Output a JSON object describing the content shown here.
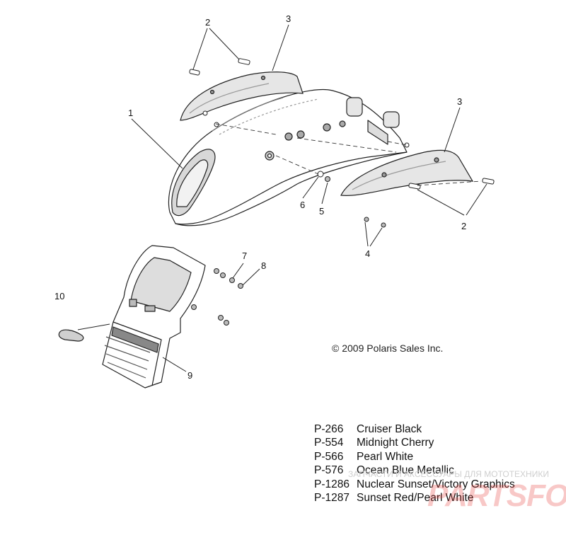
{
  "callouts": {
    "c1": "1",
    "c2a": "2",
    "c2b": "2",
    "c3a": "3",
    "c3b": "3",
    "c4": "4",
    "c5": "5",
    "c6": "6",
    "c7": "7",
    "c8": "8",
    "c9": "9",
    "c10": "10"
  },
  "copyright": "© 2009 Polaris Sales Inc.",
  "paint_options": [
    {
      "code": "P-266",
      "name": "Cruiser Black"
    },
    {
      "code": "P-554",
      "name": "Midnight Cherry"
    },
    {
      "code": "P-566",
      "name": "Pearl White"
    },
    {
      "code": "P-576",
      "name": "Ocean Blue Metallic"
    },
    {
      "code": "P-1286",
      "name": "Nuclear Sunset/Victory Graphics"
    },
    {
      "code": "P-1287",
      "name": "Sunset Red/Pearl White"
    }
  ],
  "watermark": "ЗАПЧАСТИ И АКСЕССУАРЫ ДЛЯ МОТОТЕХНИКИ",
  "logo_text": "PARTSFOR.RU",
  "colors": {
    "line": "#222222",
    "shade": "#9a9a9a",
    "logo": "#e53935"
  }
}
